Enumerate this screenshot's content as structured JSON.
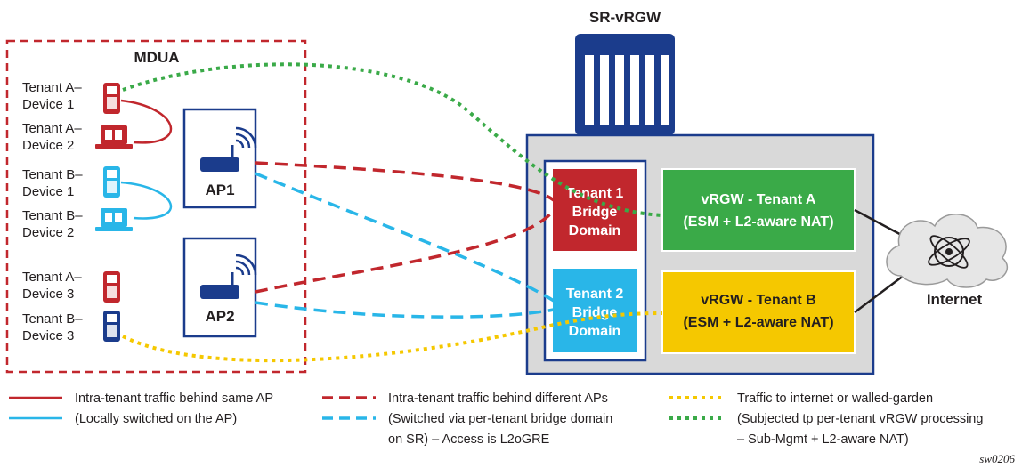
{
  "mdua": {
    "title": "MDUA",
    "devices": [
      {
        "line1": "Tenant A–",
        "line2": "Device 1"
      },
      {
        "line1": "Tenant A–",
        "line2": "Device 2"
      },
      {
        "line1": "Tenant B–",
        "line2": "Device 1"
      },
      {
        "line1": "Tenant B–",
        "line2": "Device 2"
      },
      {
        "line1": "Tenant A–",
        "line2": "Device 3"
      },
      {
        "line1": "Tenant B–",
        "line2": "Device 3"
      }
    ],
    "ap1": "AP1",
    "ap2": "AP2"
  },
  "router": {
    "title": "SR-vRGW",
    "bd1": {
      "line1": "Tenant 1",
      "line2": "Bridge",
      "line3": "Domain"
    },
    "bd2": {
      "line1": "Tenant 2",
      "line2": "Bridge",
      "line3": "Domain"
    },
    "vrgw_a": {
      "line1": "vRGW - Tenant A",
      "line2": "(ESM + L2-aware NAT)"
    },
    "vrgw_b": {
      "line1": "vRGW - Tenant B",
      "line2": "(ESM + L2-aware NAT)"
    }
  },
  "internet": "Internet",
  "legend": {
    "solid_red": "Intra-tenant traffic behind same AP",
    "solid_blue": "(Locally switched on the AP)",
    "dash_red": "Intra-tenant traffic behind different APs",
    "dash_blue_1": "(Switched via per-tenant bridge domain",
    "dash_blue_2": "on SR) – Access is L2oGRE",
    "dot_yellow": "Traffic to internet or walled-garden",
    "dot_green_1": "(Subjected tp per-tenant vRGW processing",
    "dot_green_2": "– Sub-Mgmt + L2-aware NAT)"
  },
  "figure_id": "sw0206",
  "colors": {
    "red": "#c1272d",
    "blue": "#29b6e8",
    "navy": "#1b3c8c",
    "green": "#3aaa48",
    "yellow": "#f5c800",
    "gray": "#d9d9d9"
  }
}
